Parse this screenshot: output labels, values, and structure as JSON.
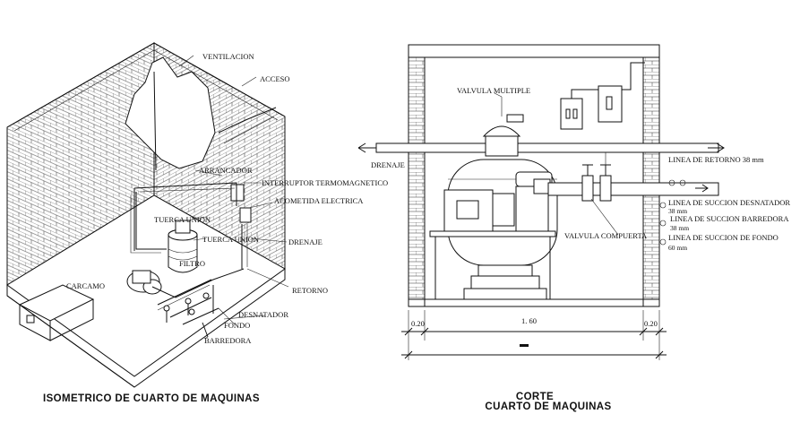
{
  "isometric": {
    "title": "ISOMETRICO DE CUARTO DE MAQUINAS",
    "labels": {
      "ventilacion": "VENTILACION",
      "acceso": "ACCESO",
      "arrancador": "ARRANCADOR",
      "interruptor": "INTERRUPTOR TERMOMAGNETICO",
      "acometida": "ACOMETIDA ELECTRICA",
      "tuerca1": "TUERCA UNION",
      "tuerca2": "TUERCA UNION",
      "filtro": "FILTRO",
      "drenaje": "DRENAJE",
      "carcamo": "CARCAMO",
      "retorno": "RETORNO",
      "desnatador": "DESNATADOR",
      "fondo": "FONDO",
      "barredora": "BARREDORA"
    }
  },
  "section": {
    "title_line1": "CORTE",
    "title_line2": "CUARTO DE MAQUINAS",
    "labels": {
      "valvula_multiple": "VALVULA MULTIPLE",
      "drenaje": "DRENAJE",
      "linea_retorno": "LINEA DE RETORNO  38 mm",
      "succion_desnatador": "LINEA DE SUCCION DESNATADOR",
      "succion_desnatador_size": "38 mm",
      "succion_barredora": "LINEA DE SUCCION BARREDORA",
      "succion_barredora_size": "38 mm",
      "succion_fondo": "LINEA DE SUCCION DE FONDO",
      "succion_fondo_size": "60 mm",
      "valvula_compuerta": "VALVULA COMPUERTA"
    },
    "dimensions": {
      "left": "0.20",
      "center": "1. 60",
      "right": "0.20"
    }
  }
}
